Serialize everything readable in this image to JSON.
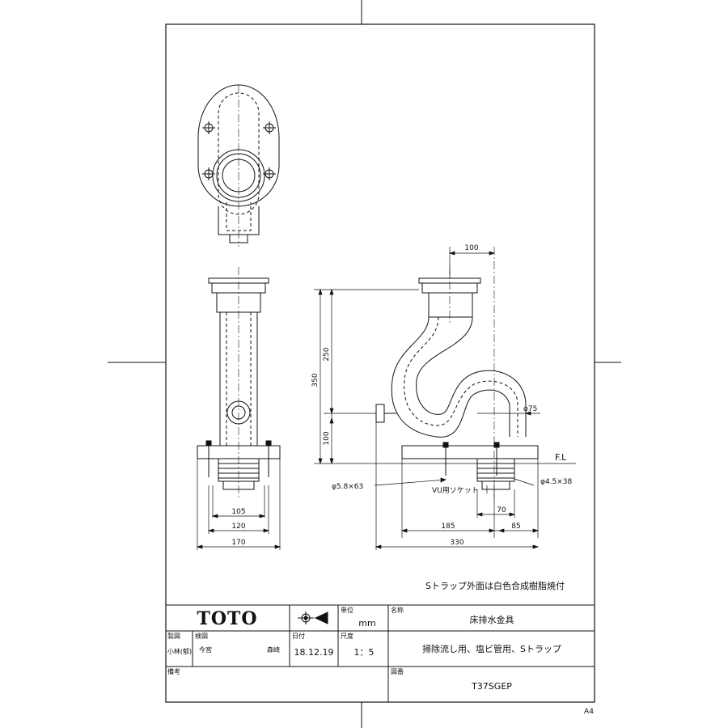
{
  "drawing": {
    "note": "Sトラップ外面は白色合成樹脂焼付",
    "floor_line_label": "F.L",
    "dimensions": {
      "front_width_inner": "105",
      "front_width_mid": "120",
      "front_width_outer": "170",
      "top_offset": "100",
      "height_total": "350",
      "height_upper": "250",
      "height_lower": "100",
      "pipe_diameter": "φ75",
      "anchor_bolt": "φ5.8×63",
      "socket_label": "VU用ソケット",
      "screw": "φ4.5×38",
      "socket_width": "70",
      "base_left": "185",
      "base_right": "85",
      "base_total": "330"
    }
  },
  "title_block": {
    "maker": "TOTO",
    "unit_label": "単位",
    "unit_value": "mm",
    "name_label": "名称",
    "name_value": "床排水金具",
    "drawn_label": "製図",
    "drawn_value": "小林(郁)",
    "checked_label": "検図",
    "checked_value_1": "今宮",
    "checked_value_2": "森崎",
    "date_label": "日付",
    "date_value": "18.12.19",
    "scale_label": "尺度",
    "scale_value": "1：5",
    "description_value": "掃除流し用、塩ビ管用、Sトラップ",
    "remarks_label": "備考",
    "drawing_no_label": "図番",
    "drawing_no_value": "T37SGEP",
    "sheet_size": "A4"
  }
}
